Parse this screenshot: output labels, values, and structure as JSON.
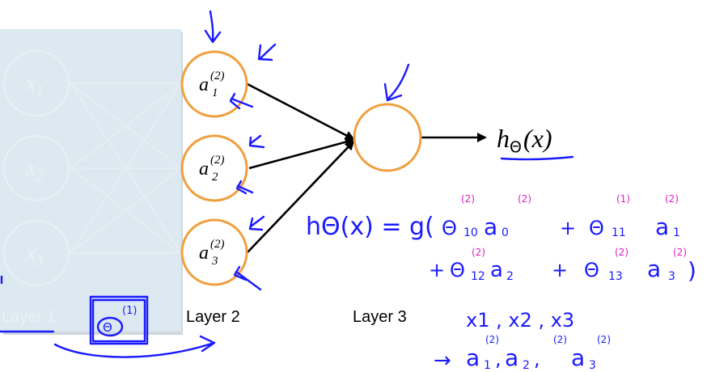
{
  "layers": {
    "layer1_label": "Layer 1",
    "layer2_label": "Layer 2",
    "layer3_label": "Layer 3"
  },
  "inputs": [
    "x",
    "x",
    "x"
  ],
  "input_subscripts": [
    "1",
    "2",
    "3"
  ],
  "hidden_units": {
    "base": "a",
    "superscript": "(2)",
    "subscripts": [
      "1",
      "2",
      "3"
    ]
  },
  "output": {
    "h": "h",
    "theta": "Θ",
    "arg": "(x)"
  },
  "annotations": {
    "theta_box_symbol": "Θ",
    "theta_box_super": "(1)",
    "hypothesis_line1_prefix": "hΘ(x) = g(",
    "term1_theta": "Θ",
    "term1_sup": "(2)",
    "term1_sub": "10",
    "term1_a": "a",
    "term1_asup": "(2)",
    "term1_asub": "0",
    "plus": "+",
    "term2_theta": "Θ",
    "term2_sup": "(1)",
    "term2_sub": "11",
    "term2_a": "a",
    "term2_asup": "(2)",
    "term2_asub": "1",
    "term3_theta": "Θ",
    "term3_sup": "(2)",
    "term3_sub": "12",
    "term3_a": "a",
    "term3_asub": "2",
    "term4_theta": "Θ",
    "term4_sup": "(2)",
    "term4_sub": "13",
    "term4_a": "a",
    "term4_asup": "(2)",
    "term4_asub": "3",
    "close_paren": ")",
    "inputs_list": "x1 , x2 , x3",
    "arrow": "→",
    "activations_list_base": "a",
    "activations_sup": "(2)",
    "activations_subs": [
      "1",
      "2",
      "3"
    ]
  },
  "colors": {
    "neuron_stroke": "#f0a040",
    "ink_blue": "#1a1aff",
    "ink_magenta": "#e020c0",
    "panel_fill": "#dce9f0",
    "panel_shadow": "#aab8c4"
  }
}
